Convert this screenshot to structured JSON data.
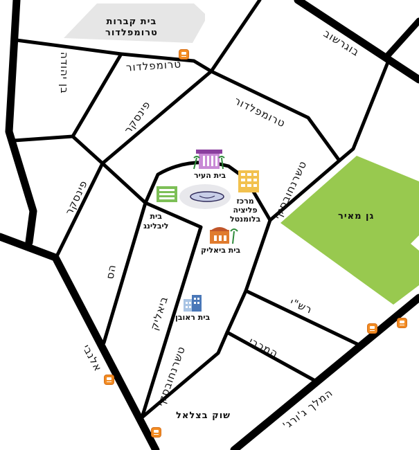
{
  "streets": {
    "ben_yehuda": "בן יהודה",
    "trumpeldor": "טרומפלדור",
    "bograshov": "בוגרשוב",
    "pinsker": "פינסקר",
    "tchernichovsky": "טשרנחובסקי",
    "hess": "הס",
    "bialik": "ביאליק",
    "allenby": "אלנבי",
    "rashi": "רש\"י",
    "hamaccabi": "המכבי",
    "king_george": "המלך ג'ורג'"
  },
  "areas": {
    "cemetery_line1": "בית קברות",
    "cemetery_line2": "טרומפלדור",
    "park": "גן מאיר",
    "market": "שוק בצלאל"
  },
  "pois": {
    "city_hall": "בית העיר",
    "beit_liebling_line1": "בית",
    "beit_liebling_line2": "ליבלינג",
    "blumental_line1": "מרכז",
    "blumental_line2": "פליציה",
    "blumental_line3": "בלומנטל",
    "beit_bialik": "בית ביאליק",
    "beit_reuven": "בית ראובן"
  },
  "icons": [
    "bus-stop-icon",
    "fountain-icon",
    "city-hall-icon",
    "beit-liebling-icon",
    "blumental-center-icon",
    "beit-bialik-icon",
    "beit-reuven-icon"
  ],
  "colors": {
    "park": "#98c94f",
    "cemetery": "#e6e6e6",
    "bus_stop": "#f28b22",
    "roads": "#000000"
  }
}
